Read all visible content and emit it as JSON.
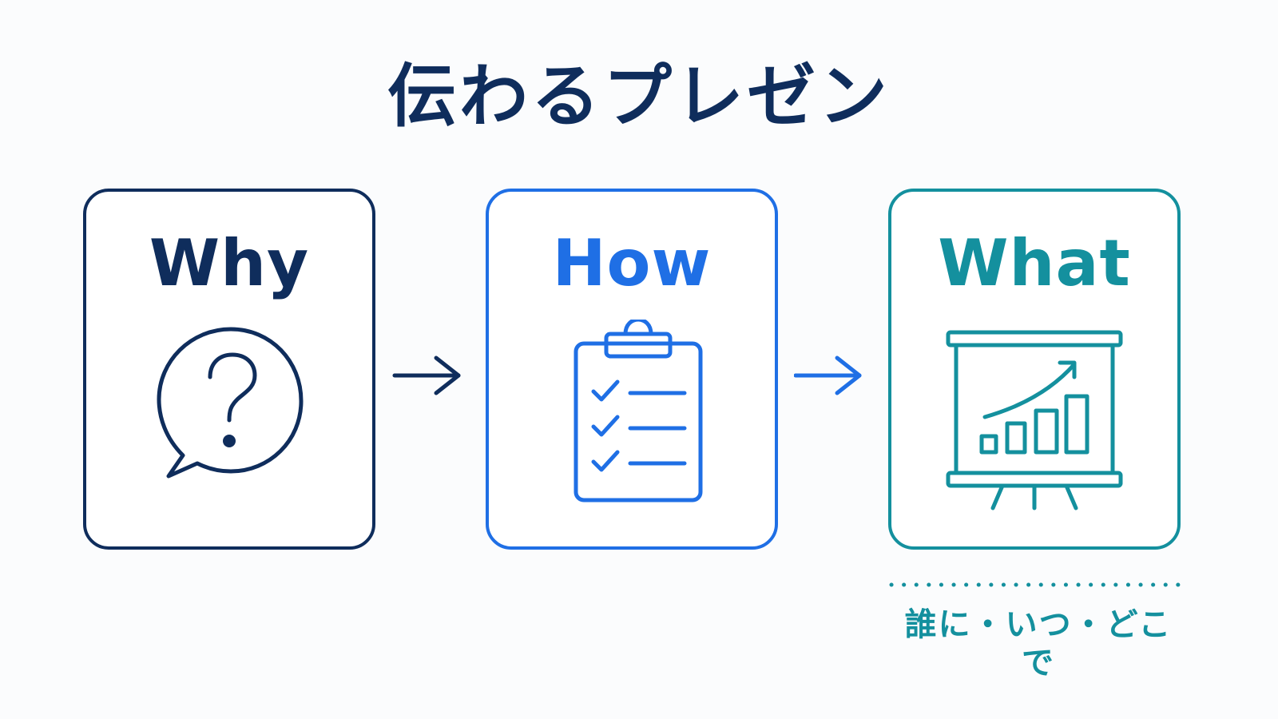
{
  "title": "伝わるプレゼン",
  "cards": [
    {
      "label": "Why",
      "icon": "question-speech-bubble-icon",
      "color": "#0f2d5c"
    },
    {
      "label": "How",
      "icon": "clipboard-checklist-icon",
      "color": "#1f6fe5"
    },
    {
      "label": "What",
      "icon": "presentation-chart-icon",
      "color": "#14909e"
    }
  ],
  "connectors": [
    "arrow-right-icon",
    "arrow-right-icon"
  ],
  "note": "誰に・いつ・どこで",
  "colors": {
    "background": "#fbfcfd",
    "navy": "#0f2d5c",
    "blue": "#1f6fe5",
    "teal": "#14909e"
  }
}
